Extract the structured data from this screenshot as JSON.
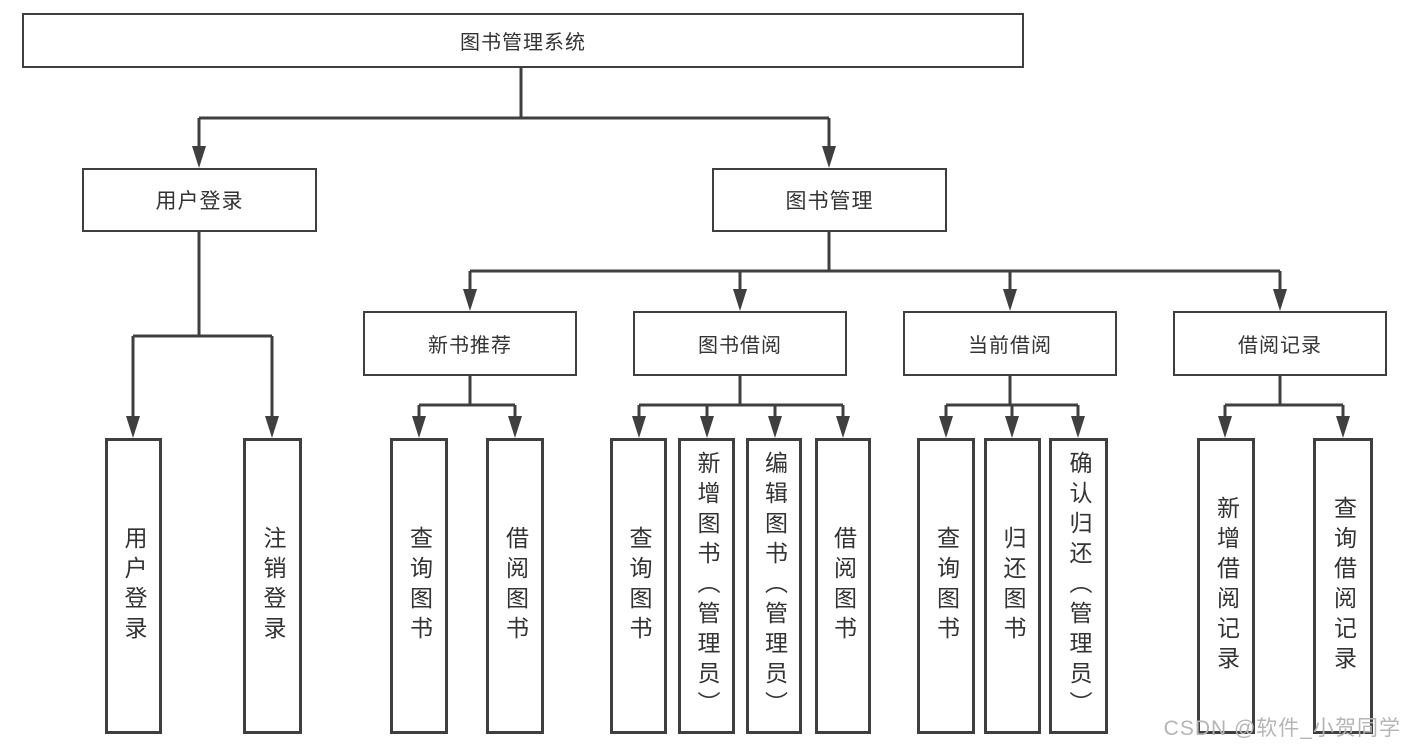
{
  "diagram": {
    "root": {
      "label": "图书管理系统"
    },
    "level2": [
      {
        "label": "用户登录"
      },
      {
        "label": "图书管理"
      }
    ],
    "level3": [
      {
        "label": "新书推荐",
        "parent": "图书管理"
      },
      {
        "label": "图书借阅",
        "parent": "图书管理"
      },
      {
        "label": "当前借阅",
        "parent": "图书管理"
      },
      {
        "label": "借阅记录",
        "parent": "图书管理"
      }
    ],
    "leaves": [
      {
        "label": "用户登录",
        "parent": "用户登录"
      },
      {
        "label": "注销登录",
        "parent": "用户登录"
      },
      {
        "label": "查询图书",
        "parent": "新书推荐"
      },
      {
        "label": "借阅图书",
        "parent": "新书推荐"
      },
      {
        "label": "查询图书",
        "parent": "图书借阅"
      },
      {
        "label": "新增图书（管理员）",
        "parent": "图书借阅"
      },
      {
        "label": "编辑图书（管理员）",
        "parent": "图书借阅"
      },
      {
        "label": "借阅图书",
        "parent": "图书借阅"
      },
      {
        "label": "查询图书",
        "parent": "当前借阅"
      },
      {
        "label": "归还图书",
        "parent": "当前借阅"
      },
      {
        "label": "确认归还（管理员）",
        "parent": "当前借阅"
      },
      {
        "label": "新增借阅记录",
        "parent": "借阅记录"
      },
      {
        "label": "查询借阅记录",
        "parent": "借阅记录"
      }
    ],
    "colors": {
      "line": "#3f3f3f",
      "text": "#333333",
      "background": "#ffffff",
      "watermark_text": "#b5b5b5"
    }
  },
  "watermark": {
    "text": "CSDN @软件_小贺同学"
  }
}
